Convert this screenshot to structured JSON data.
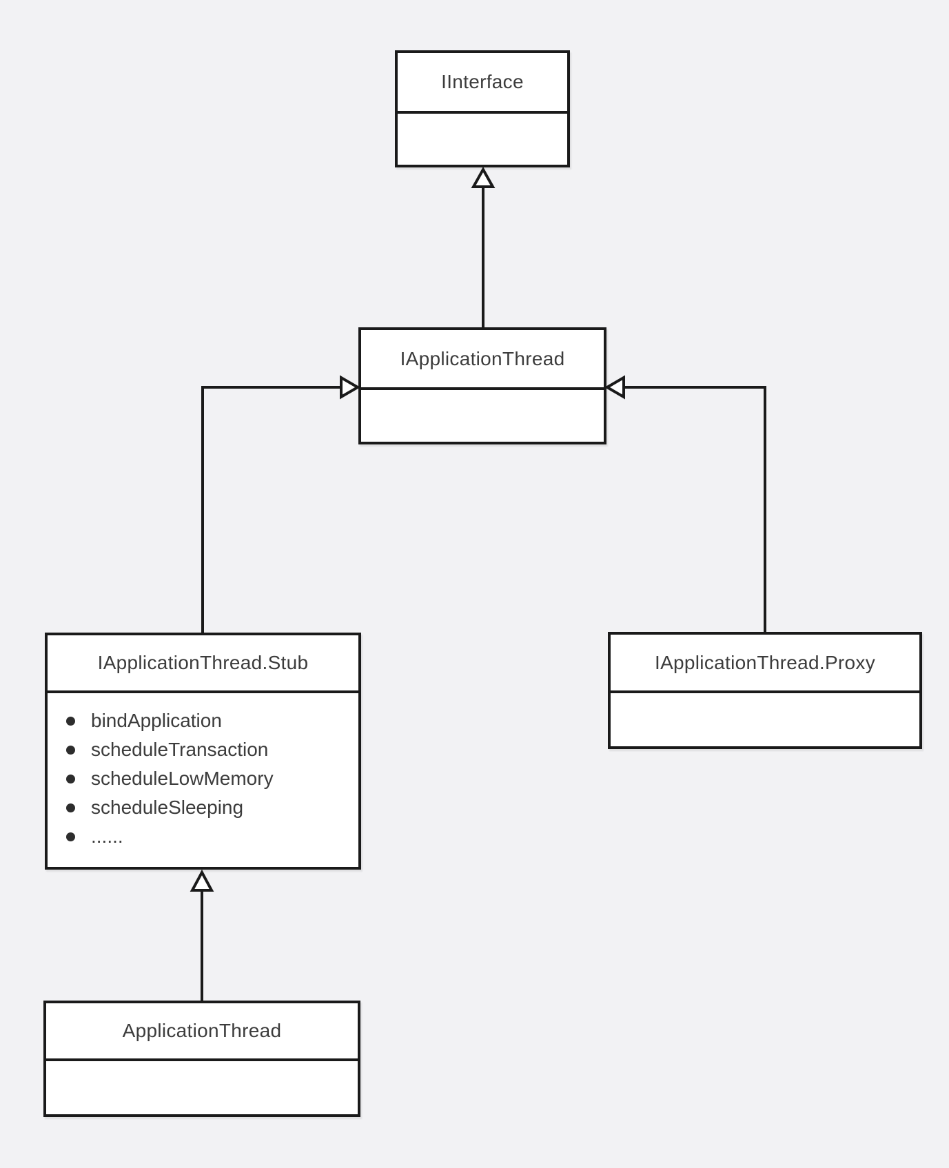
{
  "diagram": {
    "background_color": "#f2f2f4",
    "box_fill_color": "#ffffff",
    "line_color": "#1a1a1a",
    "text_color": "#3c3c3c",
    "classes": {
      "iinterface": {
        "name": "IInterface"
      },
      "iapplicationthread": {
        "name": "IApplicationThread"
      },
      "stub": {
        "name": "IApplicationThread.Stub",
        "methods": [
          "bindApplication",
          "scheduleTransaction",
          "scheduleLowMemory",
          "scheduleSleeping",
          "......"
        ]
      },
      "proxy": {
        "name": "IApplicationThread.Proxy"
      },
      "applicationthread": {
        "name": "ApplicationThread"
      }
    },
    "relations": [
      {
        "from": "IApplicationThread",
        "to": "IInterface",
        "type": "generalization"
      },
      {
        "from": "IApplicationThread.Stub",
        "to": "IApplicationThread",
        "type": "generalization"
      },
      {
        "from": "IApplicationThread.Proxy",
        "to": "IApplicationThread",
        "type": "generalization"
      },
      {
        "from": "ApplicationThread",
        "to": "IApplicationThread.Stub",
        "type": "generalization"
      }
    ]
  }
}
